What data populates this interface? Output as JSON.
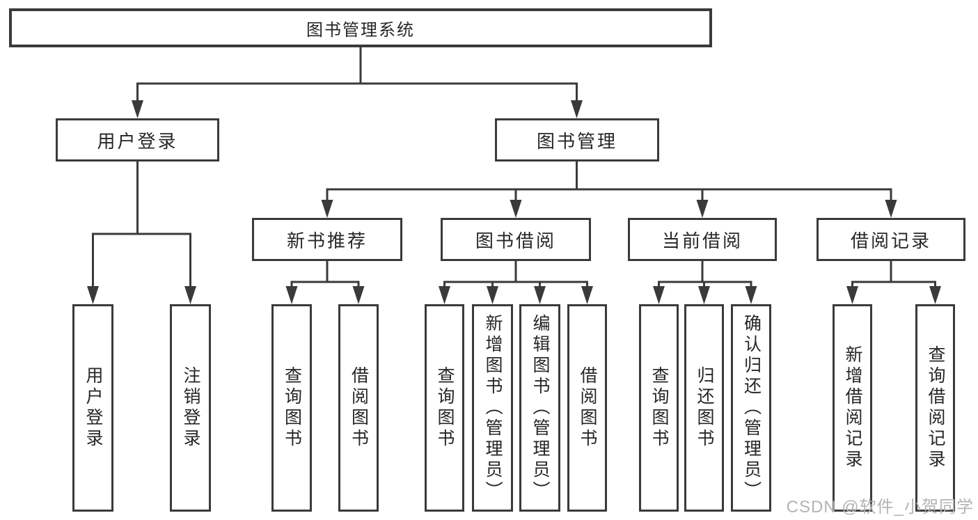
{
  "diagram": {
    "root": {
      "label": "图书管理系统"
    },
    "level2": [
      {
        "label": "用户登录"
      },
      {
        "label": "图书管理"
      }
    ],
    "level3": [
      {
        "label": "新书推荐",
        "parent": "图书管理"
      },
      {
        "label": "图书借阅",
        "parent": "图书管理"
      },
      {
        "label": "当前借阅",
        "parent": "图书管理"
      },
      {
        "label": "借阅记录",
        "parent": "图书管理"
      }
    ],
    "leaves": [
      {
        "label": "用户登录",
        "parent": "用户登录"
      },
      {
        "label": "注销登录",
        "parent": "用户登录"
      },
      {
        "label": "查询图书",
        "parent": "新书推荐"
      },
      {
        "label": "借阅图书",
        "parent": "新书推荐"
      },
      {
        "label": "查询图书",
        "parent": "图书借阅"
      },
      {
        "label": "新增图书（管理员）",
        "parent": "图书借阅"
      },
      {
        "label": "编辑图书（管理员）",
        "parent": "图书借阅"
      },
      {
        "label": "借阅图书",
        "parent": "图书借阅"
      },
      {
        "label": "查询图书",
        "parent": "当前借阅"
      },
      {
        "label": "归还图书",
        "parent": "当前借阅"
      },
      {
        "label": "确认归还（管理员）",
        "parent": "当前借阅"
      },
      {
        "label": "新增借阅记录",
        "parent": "借阅记录"
      },
      {
        "label": "查询借阅记录",
        "parent": "借阅记录"
      }
    ]
  },
  "colors": {
    "line": "#3a3a3a",
    "text": "#262626",
    "background": "#ffffff",
    "watermark": "#b4b4b4"
  },
  "watermark": "CSDN @软件_小贺同学"
}
